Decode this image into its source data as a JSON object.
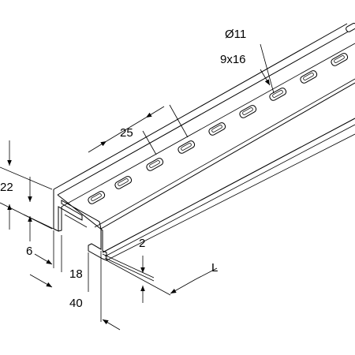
{
  "labels": {
    "hole_diameter": "Ø11",
    "slot_size": "9x16",
    "slot_pitch": "25",
    "height": "22",
    "lip_height": "6",
    "opening_width": "18",
    "width": "40",
    "thickness": "2",
    "length": "L"
  }
}
